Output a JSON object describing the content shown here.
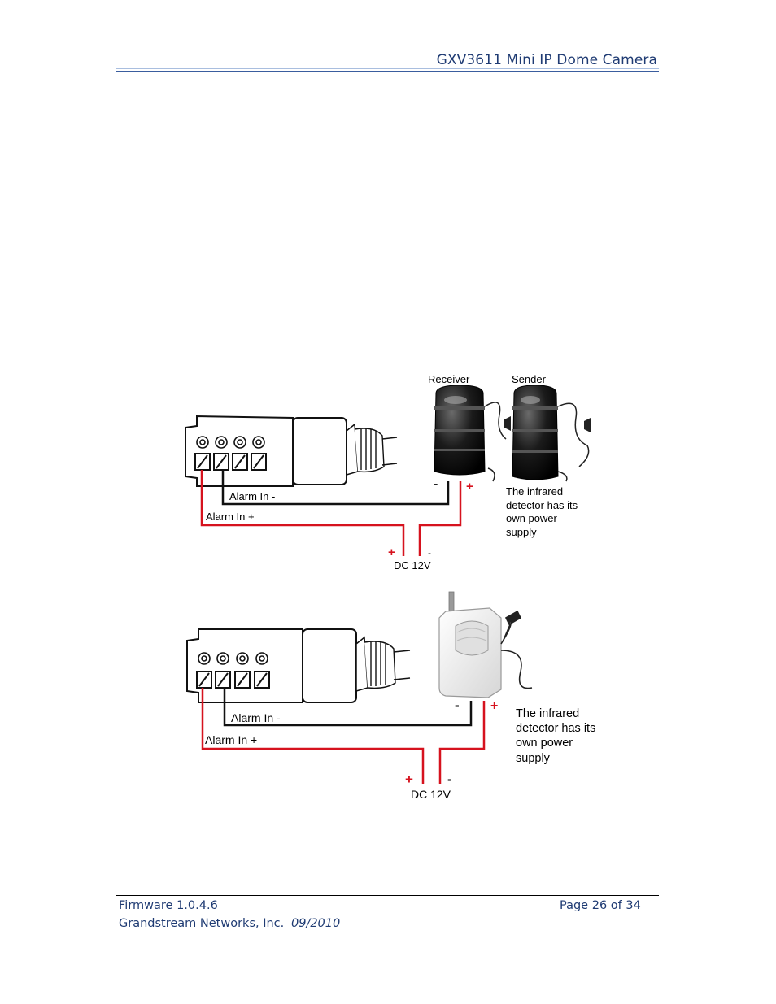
{
  "header": {
    "title": "GXV3611 Mini IP Dome Camera"
  },
  "diagram_top": {
    "receiver_label": "Receiver",
    "sender_label": "Sender",
    "alarm_in_minus": "Alarm In -",
    "alarm_in_plus": "Alarm In +",
    "detector_minus": "-",
    "detector_plus": "+",
    "dc_plus": "+",
    "dc_minus": "-",
    "dc_label": "DC 12V",
    "note_lines": [
      "The infrared",
      "detector has its",
      "own power",
      "supply"
    ]
  },
  "diagram_bottom": {
    "alarm_in_minus": "Alarm In -",
    "alarm_in_plus": "Alarm In +",
    "detector_minus": "-",
    "detector_plus": "+",
    "dc_plus": "+",
    "dc_minus": "-",
    "dc_label": "DC 12V",
    "note_lines": [
      "The infrared",
      "detector has its",
      "own power",
      "supply"
    ]
  },
  "colors": {
    "wire_red": "#d6121e",
    "wire_black": "#111111",
    "header_blue": "#1f3b73"
  },
  "footer": {
    "firmware": "Firmware 1.0.4.6",
    "company": "Grandstream Networks, Inc.",
    "date": "09/2010",
    "page": "Page 26 of 34"
  }
}
